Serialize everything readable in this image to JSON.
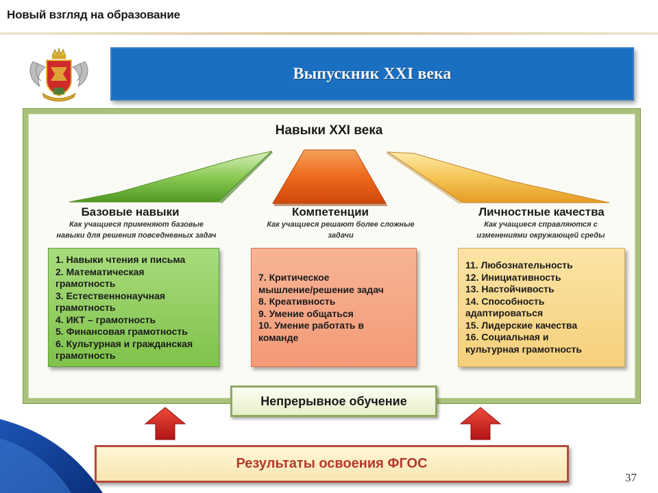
{
  "header": {
    "title": "Новый взгляд на образование"
  },
  "banner": {
    "title": "Выпускник XXI века"
  },
  "skills": {
    "title": "Навыки XXI века"
  },
  "columns": [
    {
      "title": "Базовые навыки",
      "subtitle_lines": [
        "Как учащиеся применяют базовые",
        "навыки для решения повседневных задач"
      ],
      "items": [
        "1. Навыки чтения и письма",
        "2. Математическая",
        "грамотность",
        "3. Естественнонаучная",
        "грамотность",
        "4. ИКТ – грамотность",
        "5. Финансовая грамотность",
        "6. Культурная и гражданская",
        "грамотность"
      ],
      "color": "#8cc85a"
    },
    {
      "title": "Компетенции",
      "subtitle_lines": [
        "Как учащиеся решают более сложные",
        "задачи"
      ],
      "items": [
        "7. Критическое",
        "мышление/решение задач",
        "8. Креативность",
        "9. Умение общаться",
        "10. Умение работать в",
        "команде"
      ],
      "color": "#f4a283"
    },
    {
      "title": "Личностные качества",
      "subtitle_lines": [
        "Как учащиеся справляются с",
        "изменениями окружающей среды"
      ],
      "items": [
        "11. Любознательность",
        "12. Инициативность",
        "13. Настойчивость",
        "14. Способность",
        "адаптироваться",
        "15. Лидерские качества",
        "16. Социальная и",
        "культурная грамотность"
      ],
      "color": "#f8d98c"
    }
  ],
  "continuous": {
    "label": "Непрерывное обучение"
  },
  "results": {
    "label": "Результаты освоения ФГОС"
  },
  "page": {
    "number": "37"
  },
  "colors": {
    "banner": "#1b6fc0",
    "frame": "#a9c27a",
    "arrow": "#c81e1e",
    "results_text": "#b23a2b"
  }
}
